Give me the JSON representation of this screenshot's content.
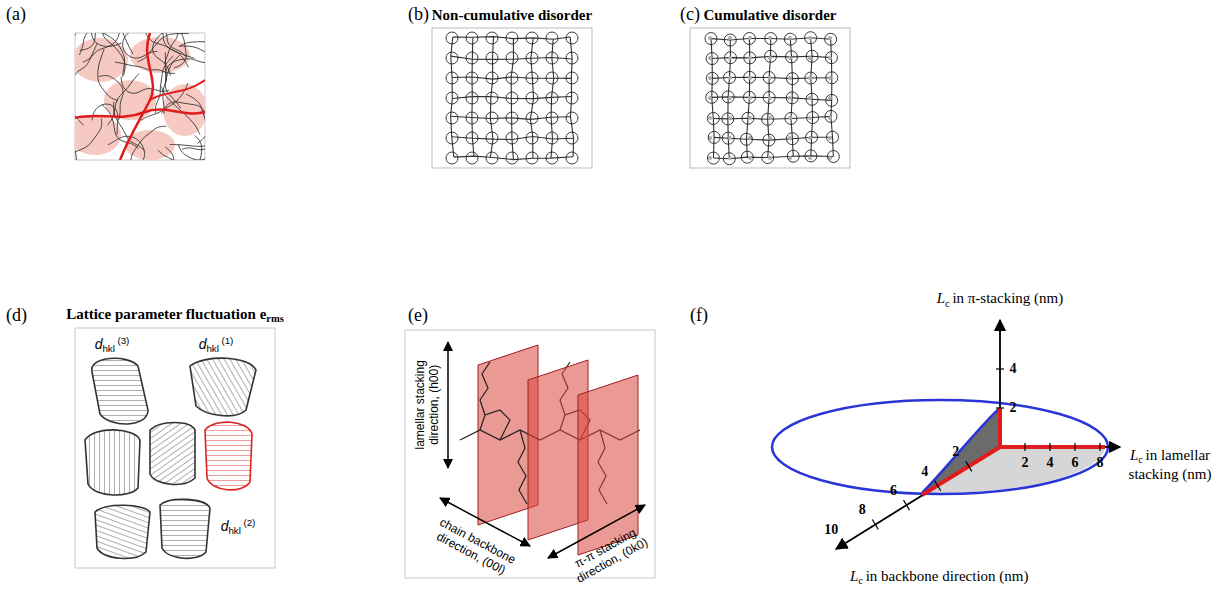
{
  "diagram": {
    "labels": [
      "(a)",
      "(b)",
      "Non-cumulative disorder",
      "(c)",
      "Cumulative disorder",
      "(d)",
      "Lattice parameter fluctuation e",
      "rms",
      "d",
      "hkl",
      "(3)",
      "d",
      "hkl",
      "(1)",
      "d",
      "hkl",
      "(2)",
      "(e)",
      "lamellar stacking direction, (h00)",
      "chain backbone direction, (00l)",
      "π-π stacking direction, (0k0)",
      "(f)",
      "L",
      "c",
      "in π-stacking (nm)",
      "4",
      "2",
      "L",
      "c",
      "in lamellar stacking (nm)",
      "2",
      "4",
      "6",
      "8",
      "L",
      "c",
      "in backbone direction (nm)",
      "10",
      "8",
      "6",
      "4",
      "2"
    ]
  }
}
